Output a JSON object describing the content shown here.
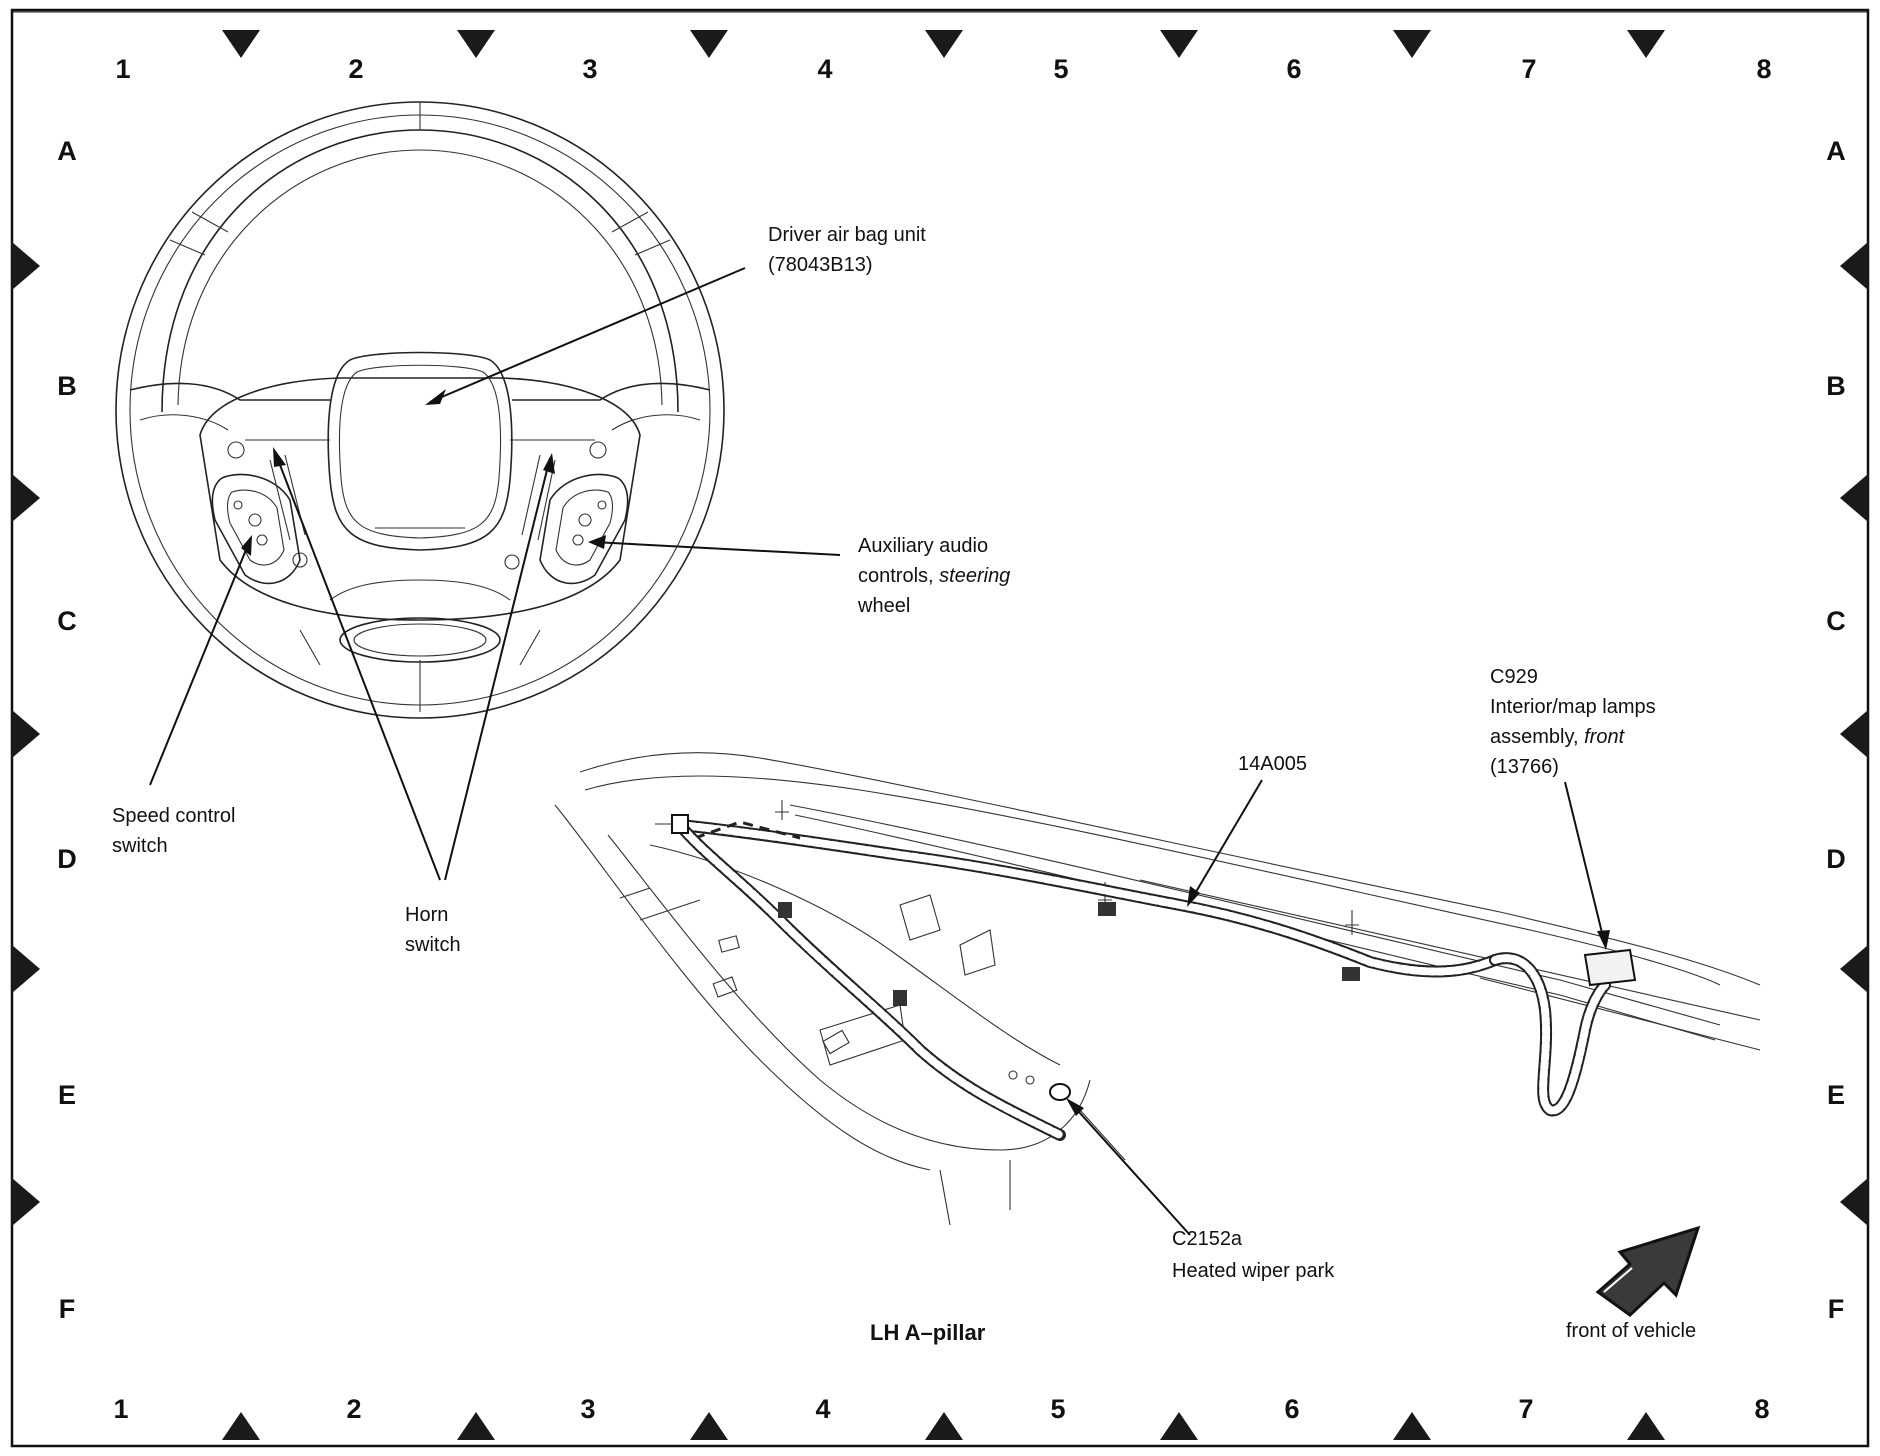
{
  "grid": {
    "columns": [
      "1",
      "2",
      "3",
      "4",
      "5",
      "6",
      "7",
      "8"
    ],
    "rows": [
      "A",
      "B",
      "C",
      "D",
      "E",
      "F"
    ]
  },
  "callouts": {
    "airbag": {
      "line1": "Driver air bag unit",
      "line2": "(78043B13)"
    },
    "aux_audio": {
      "line1": "Auxiliary audio",
      "line2a": "controls, ",
      "line2b": "steering",
      "line3": "wheel"
    },
    "speed_control": {
      "line1": "Speed control",
      "line2": "switch"
    },
    "horn": {
      "line1": "Horn",
      "line2": "switch"
    },
    "harness": {
      "line1": "14A005"
    },
    "c929": {
      "line1": "C929",
      "line2": "Interior/map lamps",
      "line3a": "assembly, ",
      "line3b": "front",
      "line4": "(13766)"
    },
    "c2152a": {
      "line1": "C2152a",
      "line2": "Heated wiper park"
    }
  },
  "view_title": "LH A–pillar",
  "front_of_vehicle": "front of vehicle"
}
